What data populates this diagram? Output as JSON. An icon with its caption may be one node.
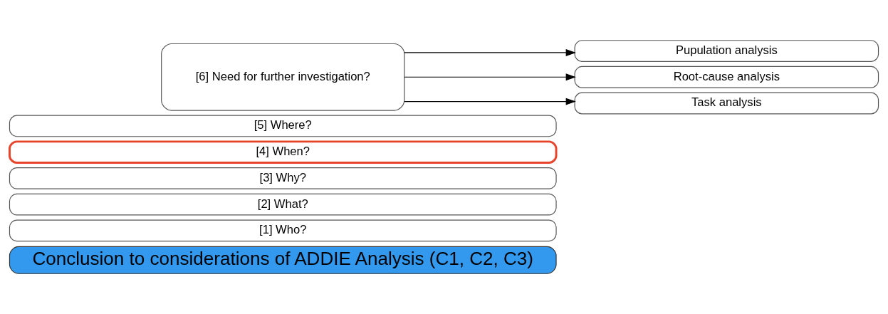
{
  "diagram": {
    "nodes": [
      {
        "text": [
          "Conclusion to considerations of ADDIE Analysis (C1, C2, C3)"
        ]
      },
      {
        "text": [
          "[1] Who?"
        ]
      },
      {
        "text": [
          "[2] What?"
        ]
      },
      {
        "text": [
          "[3] Why?"
        ]
      },
      {
        "text": [
          "[4] When?"
        ]
      },
      {
        "text": [
          "[5] Where?"
        ]
      },
      {
        "text": [
          "[6] Need for further investigation?"
        ]
      },
      {
        "text": [
          "Pupulation analysis"
        ]
      },
      {
        "text": [
          "Root-cause analysis"
        ]
      },
      {
        "text": [
          "Task analysis"
        ]
      }
    ],
    "edges": [
      {
        "from": 6,
        "to": 7,
        "arrow": "to"
      },
      {
        "from": 6,
        "to": 8,
        "arrow": "to"
      },
      {
        "from": 6,
        "to": 9,
        "arrow": "to"
      }
    ]
  }
}
